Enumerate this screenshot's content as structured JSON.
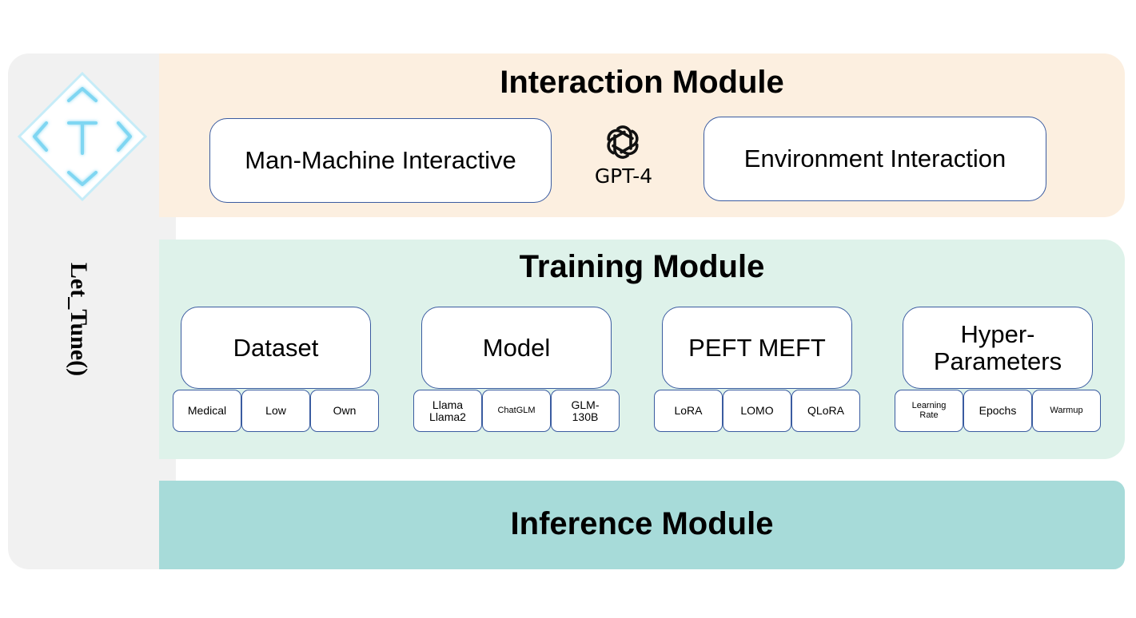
{
  "sidebar": {
    "title": "Let_Tune()",
    "logo_letter": "T"
  },
  "interaction": {
    "title": "Interaction Module",
    "left_box": "Man-Machine Interactive",
    "center_label": "GPT-4",
    "center_icon": "openai-logo-icon",
    "right_box": "Environment Interaction"
  },
  "training": {
    "title": "Training Module",
    "groups": [
      {
        "label": "Dataset",
        "items": [
          "Medical",
          "Low",
          "Own"
        ]
      },
      {
        "label": "Model",
        "items": [
          "Llama Llama2",
          "ChatGLM",
          "GLM-130B"
        ]
      },
      {
        "label": "PEFT MEFT",
        "items": [
          "LoRA",
          "LOMO",
          "QLoRA"
        ]
      },
      {
        "label": "Hyper-Parameters",
        "items": [
          "Learning Rate",
          "Epochs",
          "Warmup"
        ]
      }
    ]
  },
  "inference": {
    "title": "Inference Module"
  },
  "colors": {
    "sidebar_bg": "#f1f1f1",
    "interaction_bg": "#fcefe0",
    "training_bg": "#def2ea",
    "inference_bg": "#a7dbd9",
    "box_border": "#3a5ba0",
    "logo_accent": "#7fd6f2"
  }
}
